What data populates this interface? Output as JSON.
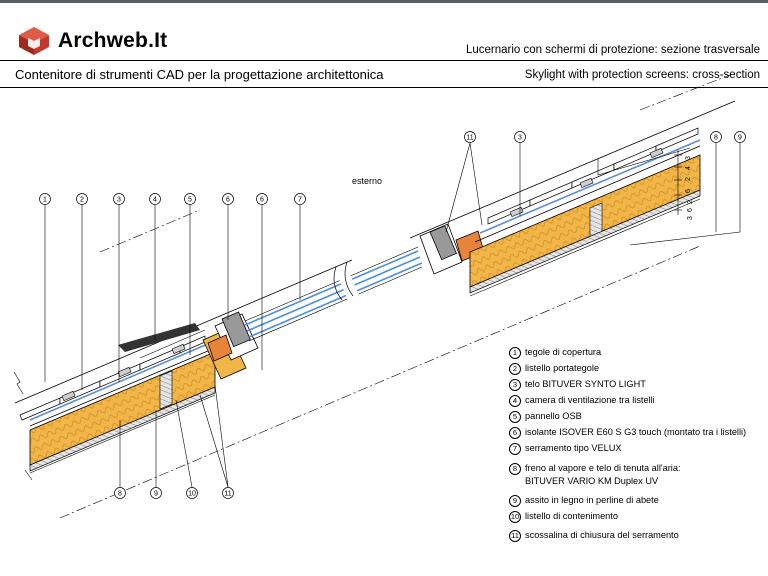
{
  "header": {
    "brand": "Archweb.It",
    "title_it": "Lucernario con schermi di protezione: sezione trasversale",
    "subtitle_it": "Contenitore di strumenti CAD per la progettazione architettonica",
    "title_en": "Skylight with protection screens: cross-section"
  },
  "drawing": {
    "outside_label": "esterno",
    "top_callouts": [
      "1",
      "2",
      "3",
      "4",
      "5",
      "6",
      "6",
      "7",
      "11",
      "3",
      "8",
      "9"
    ],
    "bottom_callouts": [
      "8",
      "9",
      "10",
      "11"
    ],
    "dimension_labels": [
      "3",
      "4",
      "2",
      "6",
      "2",
      "6",
      "3"
    ]
  },
  "legend": [
    {
      "num": "1",
      "text": "tegole di copertura"
    },
    {
      "num": "2",
      "text": "listello portategole"
    },
    {
      "num": "3",
      "text": "telo BITUVER SYNTO LIGHT"
    },
    {
      "num": "4",
      "text": "camera di ventilazione tra listelli"
    },
    {
      "num": "5",
      "text": "pannello OSB"
    },
    {
      "num": "6",
      "text": "isolante ISOVER E60 S G3 touch (montato tra i listelli)"
    },
    {
      "num": "7",
      "text": "serramento tipo VELUX"
    },
    {
      "num": "8",
      "text": "freno al vapore e telo di tenuta all'aria:",
      "text2": "BITUVER VARIO KM Duplex UV"
    },
    {
      "num": "9",
      "text": "assito in legno in perline di abete"
    },
    {
      "num": "10",
      "text": "listello di contenimento"
    },
    {
      "num": "11",
      "text": "scossalina di chiusura del serramento"
    }
  ],
  "colors": {
    "insulation": "#f2b548",
    "sheet": "#5b8fd6",
    "glass": "#4a90e2",
    "flashing": "#e8843a",
    "top_bar": "#5a5f6a",
    "logo_red": "#c0392b"
  }
}
